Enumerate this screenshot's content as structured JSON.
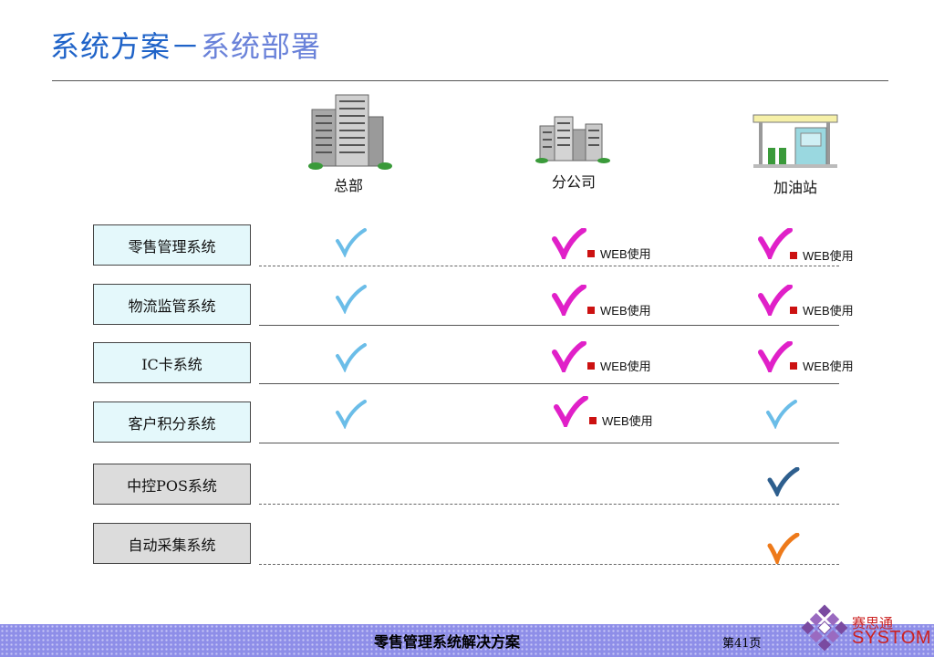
{
  "title": {
    "part1": "系统方案－",
    "part2": "系统部署"
  },
  "sites": [
    {
      "label": "总部",
      "icon": "office-towers-icon"
    },
    {
      "label": "分公司",
      "icon": "branch-buildings-icon"
    },
    {
      "label": "加油站",
      "icon": "gas-station-icon"
    }
  ],
  "systems": [
    {
      "label": "零售管理系统"
    },
    {
      "label": "物流监管系统"
    },
    {
      "label": "IC卡系统"
    },
    {
      "label": "客户积分系统"
    },
    {
      "label": "中控POS系统"
    },
    {
      "label": "自动采集系统"
    }
  ],
  "web_label": "WEB使用",
  "colors": {
    "check_light_blue": "#6bbde8",
    "check_magenta": "#e020c8",
    "check_dark_blue": "#2e5f8e",
    "check_orange": "#ee7a1a",
    "web_marker": "#cc1111",
    "title_blue": "#1f63c8",
    "title_lightblue": "#6a82d9"
  },
  "footer": {
    "title": "零售管理系统解决方案",
    "page": "第41页",
    "logo_cn": "赛思通",
    "logo_en": "SYSTOM"
  }
}
